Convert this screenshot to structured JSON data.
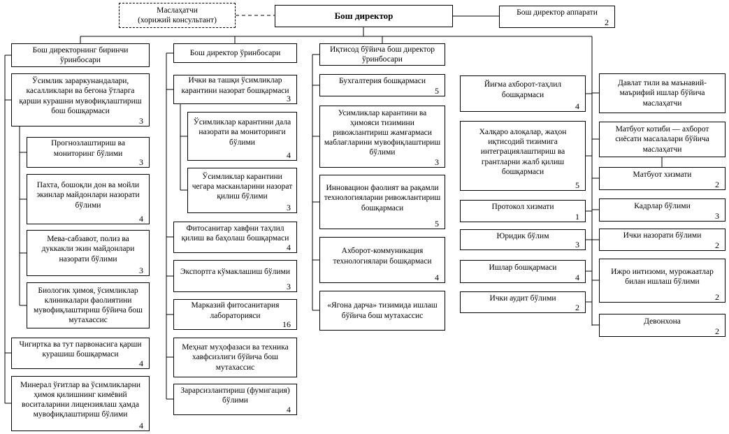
{
  "colors": {
    "line": "#000000",
    "box_border": "#000000",
    "box_bg": "#ffffff"
  },
  "top": {
    "consultant": {
      "line1": "Маслаҳатчи",
      "line2": "(хорижий консультант)"
    },
    "director": {
      "label": "Бош директор"
    },
    "apparatus": {
      "label": "Бош директор аппарати",
      "count": "2"
    }
  },
  "col1": {
    "header": "Бош директорнинг биринчи ўринбосари",
    "boxes": [
      {
        "label": "Ўсимлик зараркунандалари, касалликлари ва бегона ўтларга қарши курашни мувофиқлаштириш бош бошқармаси",
        "count": "3"
      },
      {
        "label": "Прогнозлаштириш ва мониторинг бўлими",
        "count": "3"
      },
      {
        "label": "Пахта, бошоқли дон ва мойли экинлар майдонлари назорати бўлими",
        "count": "4"
      },
      {
        "label": "Мева-сабзавот, полиз ва дуккакли экин майдонлари назорати бўлими",
        "count": "3"
      },
      {
        "label": "Биологик ҳимоя, ўсимликлар клиникалари фаолиятини мувофиқлаштириш бўйича бош мутахассис"
      },
      {
        "label": "Чигиртка ва тут парвонасига қарши курашиш бошқармаси",
        "count": "4"
      },
      {
        "label": "Минерал ўғитлар ва ўсимликларни ҳимоя қилишнинг кимёвий воситаларини лицензиялаш ҳамда мувофиқлаштириш бўлими",
        "count": "4"
      }
    ]
  },
  "col2": {
    "header": "Бош директор ўринбосари",
    "boxes": [
      {
        "label": "Ички ва ташқи ўсимликлар карантини назорат бошқармаси",
        "count": "3"
      },
      {
        "label": "Ўсимликлар карантини дала назорати ва мониторинги бўлими",
        "count": "4"
      },
      {
        "label": "Ўсимликлар карантини чегара масканларини назорат қилиш бўлими",
        "count": "3"
      },
      {
        "label": "Фитосанитар хавфни таҳлил қилиш ва баҳолаш бошқармаси",
        "count": "4"
      },
      {
        "label": "Экспортга кўмаклашиш бўлими",
        "count": "3"
      },
      {
        "label": "Марказий фитосанитария лабораторияси",
        "count": "16"
      },
      {
        "label": "Меҳнат муҳофазаси ва техника хавфсизлиги бўйича бош мутахассис"
      },
      {
        "label": "Зарарсизлантириш (фумигация) бўлими",
        "count": "4"
      }
    ]
  },
  "col3": {
    "header": "Иқтисод бўйича бош директор ўринбосари",
    "boxes": [
      {
        "label": "Бухгалтерия бошқармаси",
        "count": "5"
      },
      {
        "label": "Усимликлар карантини ва ҳимояси тизимини ривожлантириш жамғармаси маблағларини мувофиқлаштириш бўлими",
        "count": "3"
      },
      {
        "label": "Инновацион фаолият ва рақамли технологияларни ривожлантириш бошқармаси",
        "count": "5"
      },
      {
        "label": "Ахборот-коммуникация технологиялари бошқармаси",
        "count": "4"
      },
      {
        "label": "«Ягона дарча» тизимида ишлаш бўйича бош мутахассис"
      }
    ]
  },
  "col4": {
    "boxes": [
      {
        "label": "Йиғма ахборот-таҳлил бошқармаси",
        "count": "4"
      },
      {
        "label": "Халқаро алоқалар, жаҳон иқтисодий тизимига интеграциялаштириш ва грантларни жалб қилиш бошқармаси",
        "count": "5"
      },
      {
        "label": "Протокол хизмати",
        "count": "1"
      },
      {
        "label": "Юридик бўлим",
        "count": "3"
      },
      {
        "label": "Ишлар бошқармаси",
        "count": "4"
      },
      {
        "label": "Ички аудит бўлими",
        "count": "2"
      }
    ]
  },
  "col5": {
    "boxes": [
      {
        "label": "Давлат тили ва маънавий-маърифий ишлар бўйича маслаҳатчи"
      },
      {
        "label": "Матбуот котиби — ахборот сиёсати масалалари бўйича маслаҳатчи"
      },
      {
        "label": "Матбуот хизмати",
        "count": "2"
      },
      {
        "label": "Кадрлар бўлими",
        "count": "3"
      },
      {
        "label": "Ички назорати бўлими",
        "count": "2"
      },
      {
        "label": "Ижро интизоми, мурожаатлар билан ишлаш бўлими",
        "count": "2"
      },
      {
        "label": "Девонхона",
        "count": "2"
      }
    ]
  }
}
